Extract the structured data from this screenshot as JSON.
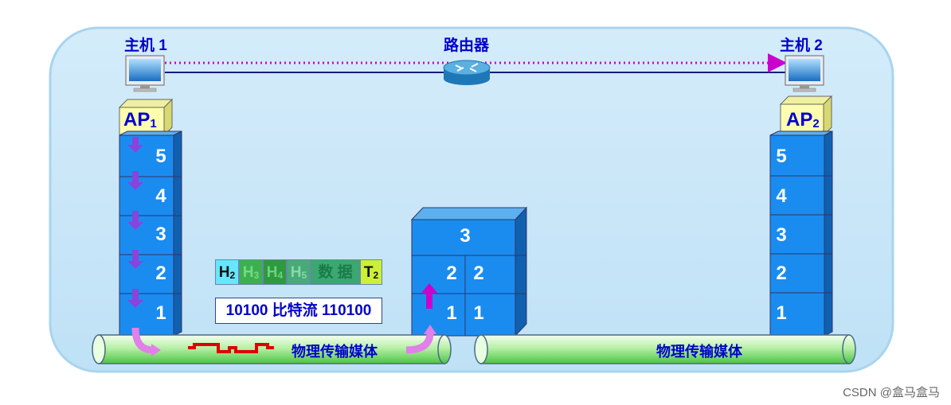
{
  "hosts": {
    "host1_label": "主机 1",
    "host2_label": "主机 2",
    "router_label": "路由器"
  },
  "ap": {
    "ap1_main": "AP",
    "ap1_sub": "1",
    "ap2_main": "AP",
    "ap2_sub": "2"
  },
  "host1_layers": [
    "5",
    "4",
    "3",
    "2",
    "1"
  ],
  "host2_layers": [
    "5",
    "4",
    "3",
    "2",
    "1"
  ],
  "router_layers": {
    "top": "3",
    "left": [
      "2",
      "1"
    ],
    "right": [
      "2",
      "1"
    ]
  },
  "frame": {
    "h2": "H",
    "h2_sub": "2",
    "h3": "H",
    "h3_sub": "3",
    "h4": "H",
    "h4_sub": "4",
    "h5": "H",
    "h5_sub": "5",
    "data": "数 据",
    "t2": "T",
    "t2_sub": "2"
  },
  "bitstream": "10100 比特流 110100",
  "medium_left": "物理传输媒体",
  "medium_right": "物理传输媒体",
  "watermark": "CSDN @盒马盒马",
  "colors": {
    "background_panel": "#c8e6f8",
    "layer_blue": "#1a8cf0",
    "label_blue": "#0000cc",
    "ap_yellow": "#fdfdb0",
    "flow_purple": "#cc00cc",
    "h2_cyan": "#66e6ff",
    "h_green": "#33aa55",
    "t2_yellow": "#ccf033"
  }
}
